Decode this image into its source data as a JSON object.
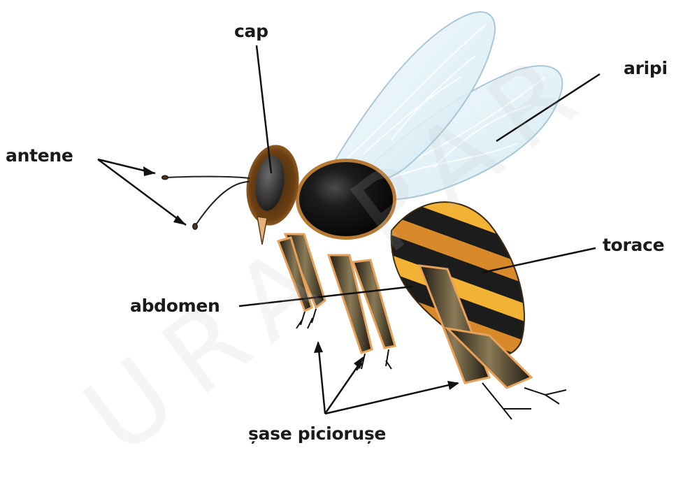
{
  "labels": {
    "cap": "cap",
    "antene": "antene",
    "aripi": "aripi",
    "torace": "torace",
    "abdomen": "abdomen",
    "picioruse": "șase piciorușe"
  },
  "watermark": "URA PAR",
  "colors": {
    "label_text": "#1a1a1a",
    "leader_line": "#111111",
    "head_fur": "#6b3f12",
    "eye": "#2a2a2a",
    "thorax": "#111111",
    "stripe_yellow": "#f2b233",
    "stripe_black": "#1c1c1c",
    "leg_outline": "#e8a15a",
    "wing_fill": "#dff0f7",
    "wing_edge": "#aac7d6"
  }
}
